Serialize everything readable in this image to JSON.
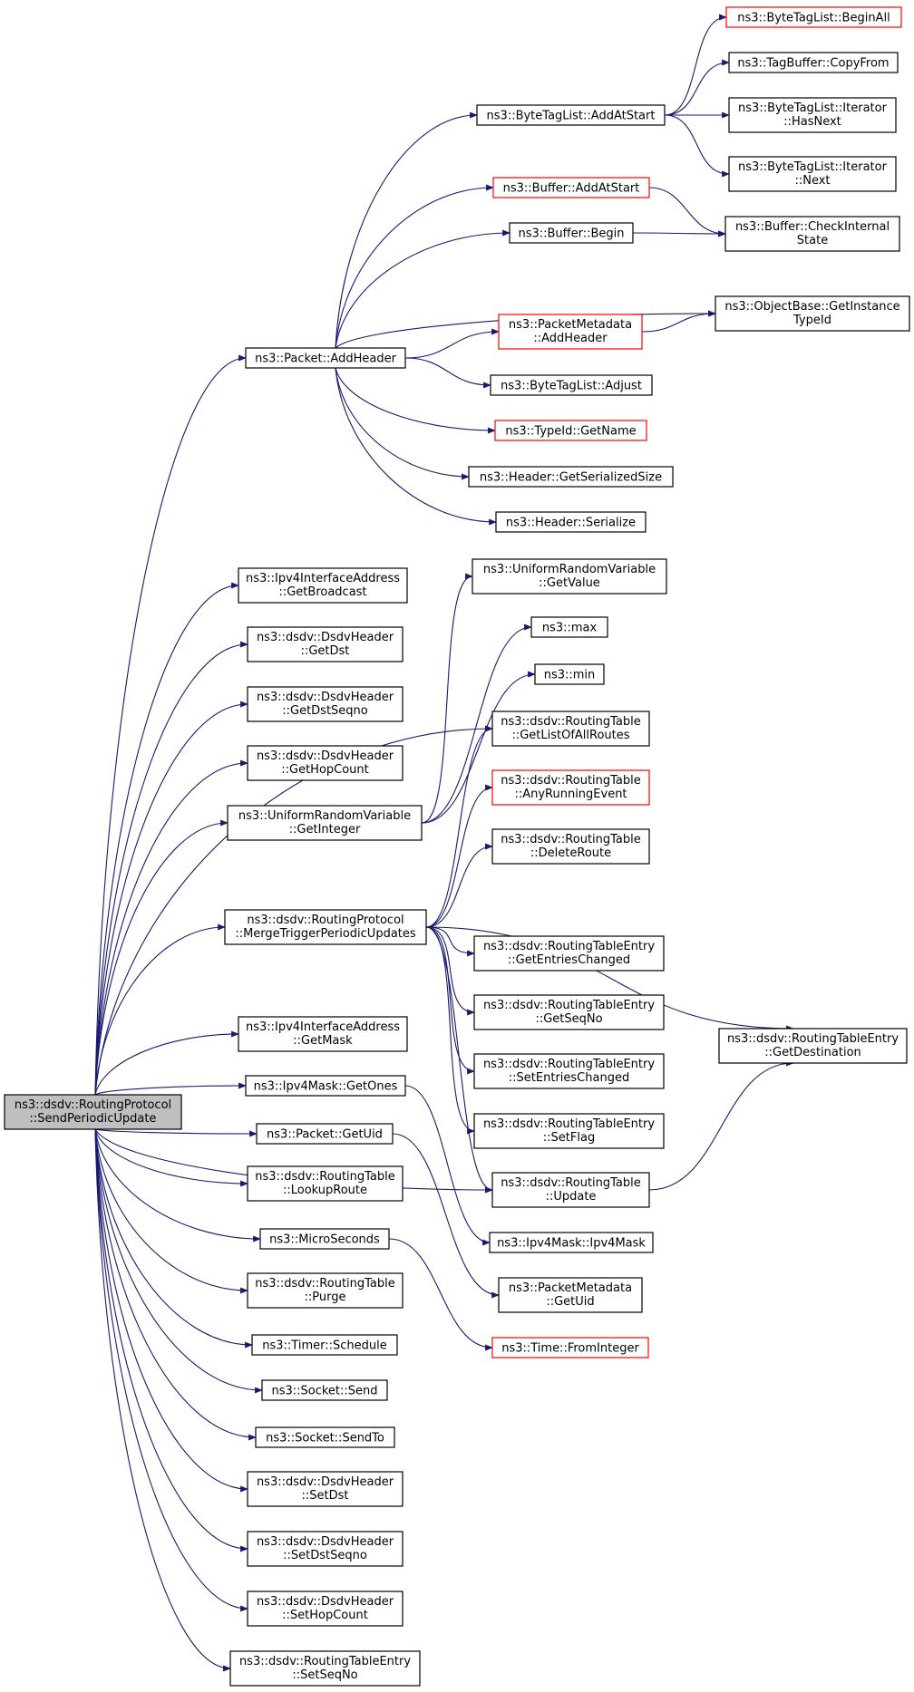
{
  "graph": {
    "nodes": [
      {
        "id": "root",
        "lines": [
          "ns3::dsdv::RoutingProtocol",
          "::SendPeriodicUpdate"
        ],
        "root": true
      },
      {
        "id": "addHeader",
        "lines": [
          "ns3::Packet::AddHeader"
        ]
      },
      {
        "id": "getBroadcast",
        "lines": [
          "ns3::Ipv4InterfaceAddress",
          "::GetBroadcast"
        ]
      },
      {
        "id": "getDst",
        "lines": [
          "ns3::dsdv::DsdvHeader",
          "::GetDst"
        ]
      },
      {
        "id": "getDstSeqno",
        "lines": [
          "ns3::dsdv::DsdvHeader",
          "::GetDstSeqno"
        ]
      },
      {
        "id": "getHopCount",
        "lines": [
          "ns3::dsdv::DsdvHeader",
          "::GetHopCount"
        ]
      },
      {
        "id": "getInteger",
        "lines": [
          "ns3::UniformRandomVariable",
          "::GetInteger"
        ]
      },
      {
        "id": "mergeTrigger",
        "lines": [
          "ns3::dsdv::RoutingProtocol",
          "::MergeTriggerPeriodicUpdates"
        ]
      },
      {
        "id": "getMask",
        "lines": [
          "ns3::Ipv4InterfaceAddress",
          "::GetMask"
        ]
      },
      {
        "id": "getOnes",
        "lines": [
          "ns3::Ipv4Mask::GetOnes"
        ]
      },
      {
        "id": "getUid",
        "lines": [
          "ns3::Packet::GetUid"
        ]
      },
      {
        "id": "lookupRoute",
        "lines": [
          "ns3::dsdv::RoutingTable",
          "::LookupRoute"
        ]
      },
      {
        "id": "microSeconds",
        "lines": [
          "ns3::MicroSeconds"
        ]
      },
      {
        "id": "purge",
        "lines": [
          "ns3::dsdv::RoutingTable",
          "::Purge"
        ]
      },
      {
        "id": "schedule",
        "lines": [
          "ns3::Timer::Schedule"
        ]
      },
      {
        "id": "send",
        "lines": [
          "ns3::Socket::Send"
        ]
      },
      {
        "id": "sendTo",
        "lines": [
          "ns3::Socket::SendTo"
        ]
      },
      {
        "id": "setDst",
        "lines": [
          "ns3::dsdv::DsdvHeader",
          "::SetDst"
        ]
      },
      {
        "id": "setDstSeqno",
        "lines": [
          "ns3::dsdv::DsdvHeader",
          "::SetDstSeqno"
        ]
      },
      {
        "id": "setHopCount",
        "lines": [
          "ns3::dsdv::DsdvHeader",
          "::SetHopCount"
        ]
      },
      {
        "id": "setSeqNo",
        "lines": [
          "ns3::dsdv::RoutingTableEntry",
          "::SetSeqNo"
        ]
      },
      {
        "id": "btlAddAtStart",
        "lines": [
          "ns3::ByteTagList::AddAtStart"
        ]
      },
      {
        "id": "bufAddAtStart",
        "lines": [
          "ns3::Buffer::AddAtStart"
        ],
        "red": true
      },
      {
        "id": "bufBegin",
        "lines": [
          "ns3::Buffer::Begin"
        ]
      },
      {
        "id": "pmAddHeader",
        "lines": [
          "ns3::PacketMetadata",
          "::AddHeader"
        ],
        "red": true
      },
      {
        "id": "btlAdjust",
        "lines": [
          "ns3::ByteTagList::Adjust"
        ]
      },
      {
        "id": "typeIdGetName",
        "lines": [
          "ns3::TypeId::GetName"
        ],
        "red": true
      },
      {
        "id": "hdrGetSerSize",
        "lines": [
          "ns3::Header::GetSerializedSize"
        ]
      },
      {
        "id": "hdrSerialize",
        "lines": [
          "ns3::Header::Serialize"
        ]
      },
      {
        "id": "urvGetValue",
        "lines": [
          "ns3::UniformRandomVariable",
          "::GetValue"
        ]
      },
      {
        "id": "max",
        "lines": [
          "ns3::max"
        ]
      },
      {
        "id": "min",
        "lines": [
          "ns3::min"
        ]
      },
      {
        "id": "getListOfAllRoutes",
        "lines": [
          "ns3::dsdv::RoutingTable",
          "::GetListOfAllRoutes"
        ]
      },
      {
        "id": "anyRunningEvent",
        "lines": [
          "ns3::dsdv::RoutingTable",
          "::AnyRunningEvent"
        ],
        "red": true
      },
      {
        "id": "deleteRoute",
        "lines": [
          "ns3::dsdv::RoutingTable",
          "::DeleteRoute"
        ]
      },
      {
        "id": "getEntriesChanged",
        "lines": [
          "ns3::dsdv::RoutingTableEntry",
          "::GetEntriesChanged"
        ]
      },
      {
        "id": "getSeqNo",
        "lines": [
          "ns3::dsdv::RoutingTableEntry",
          "::GetSeqNo"
        ]
      },
      {
        "id": "setEntriesChanged",
        "lines": [
          "ns3::dsdv::RoutingTableEntry",
          "::SetEntriesChanged"
        ]
      },
      {
        "id": "setFlag",
        "lines": [
          "ns3::dsdv::RoutingTableEntry",
          "::SetFlag"
        ]
      },
      {
        "id": "rtUpdate",
        "lines": [
          "ns3::dsdv::RoutingTable",
          "::Update"
        ]
      },
      {
        "id": "ipv4Mask",
        "lines": [
          "ns3::Ipv4Mask::Ipv4Mask"
        ]
      },
      {
        "id": "pmGetUid",
        "lines": [
          "ns3::PacketMetadata",
          "::GetUid"
        ]
      },
      {
        "id": "timeFromInteger",
        "lines": [
          "ns3::Time::FromInteger"
        ],
        "red": true
      },
      {
        "id": "btlBeginAll",
        "lines": [
          "ns3::ByteTagList::BeginAll"
        ],
        "red": true
      },
      {
        "id": "tbCopyFrom",
        "lines": [
          "ns3::TagBuffer::CopyFrom"
        ]
      },
      {
        "id": "itHasNext",
        "lines": [
          "ns3::ByteTagList::Iterator",
          "::HasNext"
        ]
      },
      {
        "id": "itNext",
        "lines": [
          "ns3::ByteTagList::Iterator",
          "::Next"
        ]
      },
      {
        "id": "bufCheckInternal",
        "lines": [
          "ns3::Buffer::CheckInternal",
          "State"
        ]
      },
      {
        "id": "obGetInstanceTypeId",
        "lines": [
          "ns3::ObjectBase::GetInstance",
          "TypeId"
        ]
      },
      {
        "id": "getDestination",
        "lines": [
          "ns3::dsdv::RoutingTableEntry",
          "::GetDestination"
        ]
      }
    ],
    "edges": [
      [
        "root",
        "addHeader"
      ],
      [
        "root",
        "getBroadcast"
      ],
      [
        "root",
        "getDst"
      ],
      [
        "root",
        "getDstSeqno"
      ],
      [
        "root",
        "getHopCount"
      ],
      [
        "root",
        "getInteger"
      ],
      [
        "root",
        "mergeTrigger"
      ],
      [
        "root",
        "getMask"
      ],
      [
        "root",
        "getOnes"
      ],
      [
        "root",
        "getUid"
      ],
      [
        "root",
        "lookupRoute"
      ],
      [
        "root",
        "microSeconds"
      ],
      [
        "root",
        "purge"
      ],
      [
        "root",
        "schedule"
      ],
      [
        "root",
        "send"
      ],
      [
        "root",
        "sendTo"
      ],
      [
        "root",
        "setDst"
      ],
      [
        "root",
        "setDstSeqno"
      ],
      [
        "root",
        "setHopCount"
      ],
      [
        "root",
        "setSeqNo"
      ],
      [
        "root",
        "getListOfAllRoutes"
      ],
      [
        "root",
        "rtUpdate"
      ],
      [
        "addHeader",
        "btlAddAtStart"
      ],
      [
        "addHeader",
        "bufAddAtStart"
      ],
      [
        "addHeader",
        "bufBegin"
      ],
      [
        "addHeader",
        "obGetInstanceTypeId"
      ],
      [
        "addHeader",
        "pmAddHeader"
      ],
      [
        "addHeader",
        "btlAdjust"
      ],
      [
        "addHeader",
        "typeIdGetName"
      ],
      [
        "addHeader",
        "hdrGetSerSize"
      ],
      [
        "addHeader",
        "hdrSerialize"
      ],
      [
        "btlAddAtStart",
        "btlBeginAll"
      ],
      [
        "btlAddAtStart",
        "tbCopyFrom"
      ],
      [
        "btlAddAtStart",
        "itHasNext"
      ],
      [
        "btlAddAtStart",
        "itNext"
      ],
      [
        "bufAddAtStart",
        "bufCheckInternal"
      ],
      [
        "bufBegin",
        "bufCheckInternal"
      ],
      [
        "pmAddHeader",
        "obGetInstanceTypeId"
      ],
      [
        "getInteger",
        "urvGetValue"
      ],
      [
        "getInteger",
        "max"
      ],
      [
        "getInteger",
        "min"
      ],
      [
        "mergeTrigger",
        "getListOfAllRoutes"
      ],
      [
        "mergeTrigger",
        "anyRunningEvent"
      ],
      [
        "mergeTrigger",
        "deleteRoute"
      ],
      [
        "mergeTrigger",
        "getDestination"
      ],
      [
        "mergeTrigger",
        "getEntriesChanged"
      ],
      [
        "mergeTrigger",
        "getSeqNo"
      ],
      [
        "mergeTrigger",
        "setEntriesChanged"
      ],
      [
        "mergeTrigger",
        "setFlag"
      ],
      [
        "mergeTrigger",
        "rtUpdate"
      ],
      [
        "getOnes",
        "ipv4Mask"
      ],
      [
        "getUid",
        "pmGetUid"
      ],
      [
        "microSeconds",
        "timeFromInteger"
      ],
      [
        "rtUpdate",
        "getDestination"
      ]
    ]
  }
}
